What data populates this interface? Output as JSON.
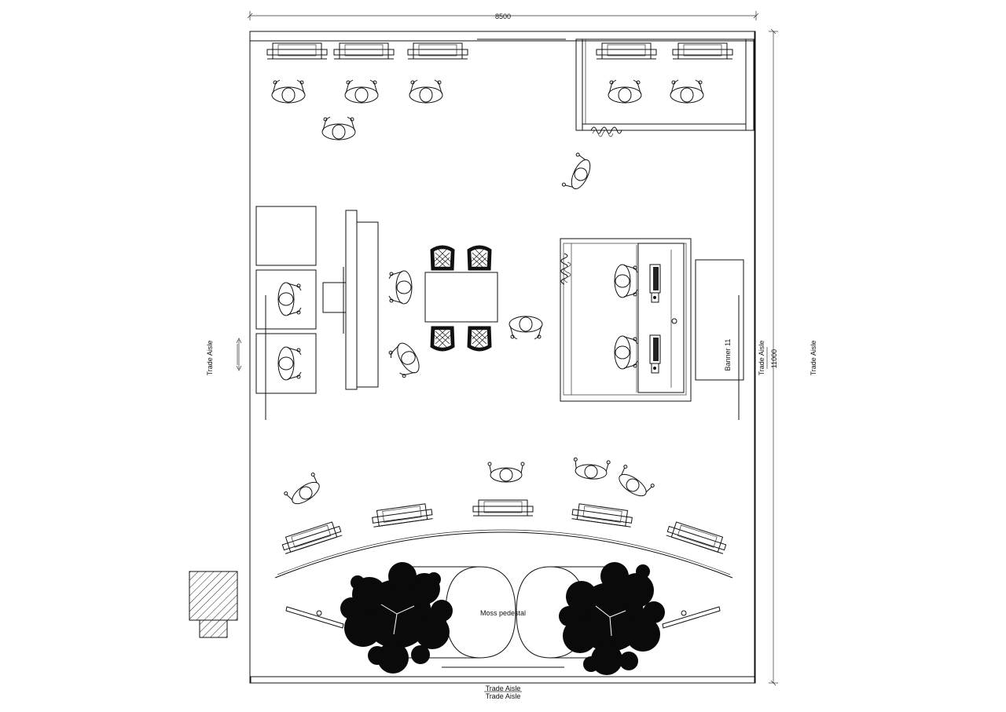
{
  "plan": {
    "dimension_width": "8500",
    "dimension_depth": "11000",
    "aisle_left": "Trade Aisle",
    "aisle_right_inner": "Trade Aisle",
    "aisle_right_outer": "Trade Aisle",
    "aisle_bottom_1": "Trade Aisle",
    "aisle_bottom_2": "Trade Aisle",
    "banner_label": "Banner 11",
    "pedestal_label": "Moss pedestal"
  }
}
